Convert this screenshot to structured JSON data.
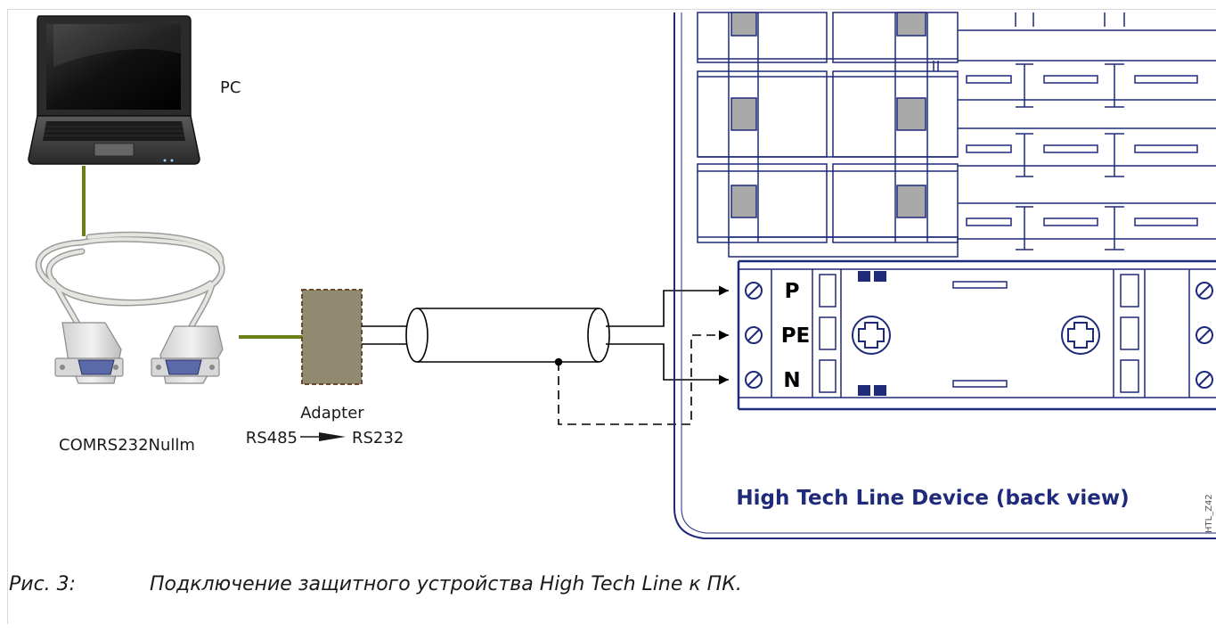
{
  "labels": {
    "pc": "PC",
    "cable": "COMRS232Nullm",
    "adapter_line1": "Adapter",
    "adapter_from": "RS485",
    "adapter_to": "RS232",
    "device": "High Tech Line Device (back view)",
    "image_id": "HTL_Z42"
  },
  "terminals": [
    "P",
    "PE",
    "N"
  ],
  "caption": {
    "number": "Рис. 3:",
    "text": "Подключение защитного устройства High Tech Line к ПК."
  },
  "colors": {
    "device_line": "#1f2a7a",
    "device_text": "#1f2a7a",
    "connector_green": "#6b7f17",
    "adapter_fill": "#8f8a70",
    "adapter_border": "#6b4a2a",
    "module_fill": "#a9a9a9"
  }
}
